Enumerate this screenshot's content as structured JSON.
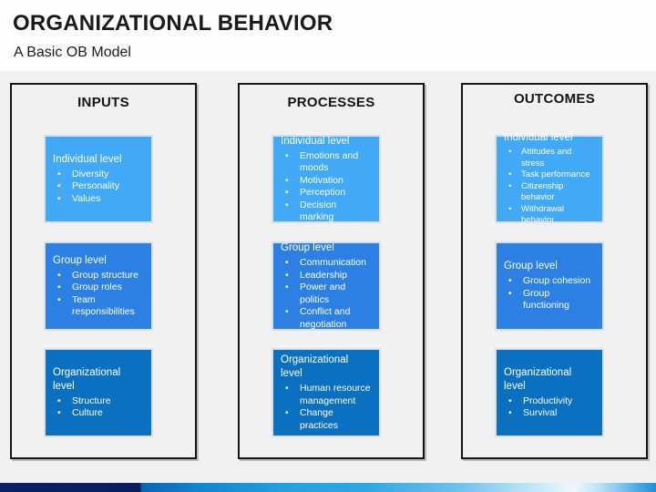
{
  "slide": {
    "title": "ORGANIZATIONAL BEHAVIOR",
    "subtitle": "A Basic OB Model"
  },
  "columns": [
    {
      "header": "INPUTS",
      "boxes": [
        {
          "level": "Individual level",
          "items": [
            "Diversity",
            "Personality",
            "Values"
          ]
        },
        {
          "level": "Group level",
          "items": [
            "Group structure",
            "Group roles",
            "Team\nresponsibilities"
          ]
        },
        {
          "level": "Organizational level",
          "items": [
            "Structure",
            "Culture"
          ]
        }
      ]
    },
    {
      "header": "PROCESSES",
      "boxes": [
        {
          "level": "Individual level",
          "items": [
            "Emotions and\nmoods",
            "Motivation",
            "Perception",
            "Decision marking"
          ]
        },
        {
          "level": "Group level",
          "items": [
            "Communication",
            "Leadership",
            "Power and politics",
            "Conflict and\nnegotiation"
          ]
        },
        {
          "level": "Organizational level",
          "items": [
            "Human resource\nmanagement",
            "Change practices"
          ]
        }
      ]
    },
    {
      "header": "OUTCOMES",
      "boxes": [
        {
          "level": "Individual level",
          "items": [
            "Attitudes and stress",
            "Task performance",
            "Citizenship behavior",
            "Withdrawal\nbehavior"
          ]
        },
        {
          "level": "Group level",
          "items": [
            "Group cohesion",
            "Group\nfunctioning"
          ]
        },
        {
          "level": "Organizational level",
          "items": [
            "Productivity",
            "Survival"
          ]
        }
      ]
    }
  ],
  "colors": {
    "individual_box": "#41a9f6",
    "group_box": "#2c80e4",
    "organizational_box": "#0a70bf",
    "column_border": "#141414",
    "footer_navy": "#0a1e5e",
    "footer_sky": "#2fa7e6",
    "background": "#f1f1f1"
  }
}
